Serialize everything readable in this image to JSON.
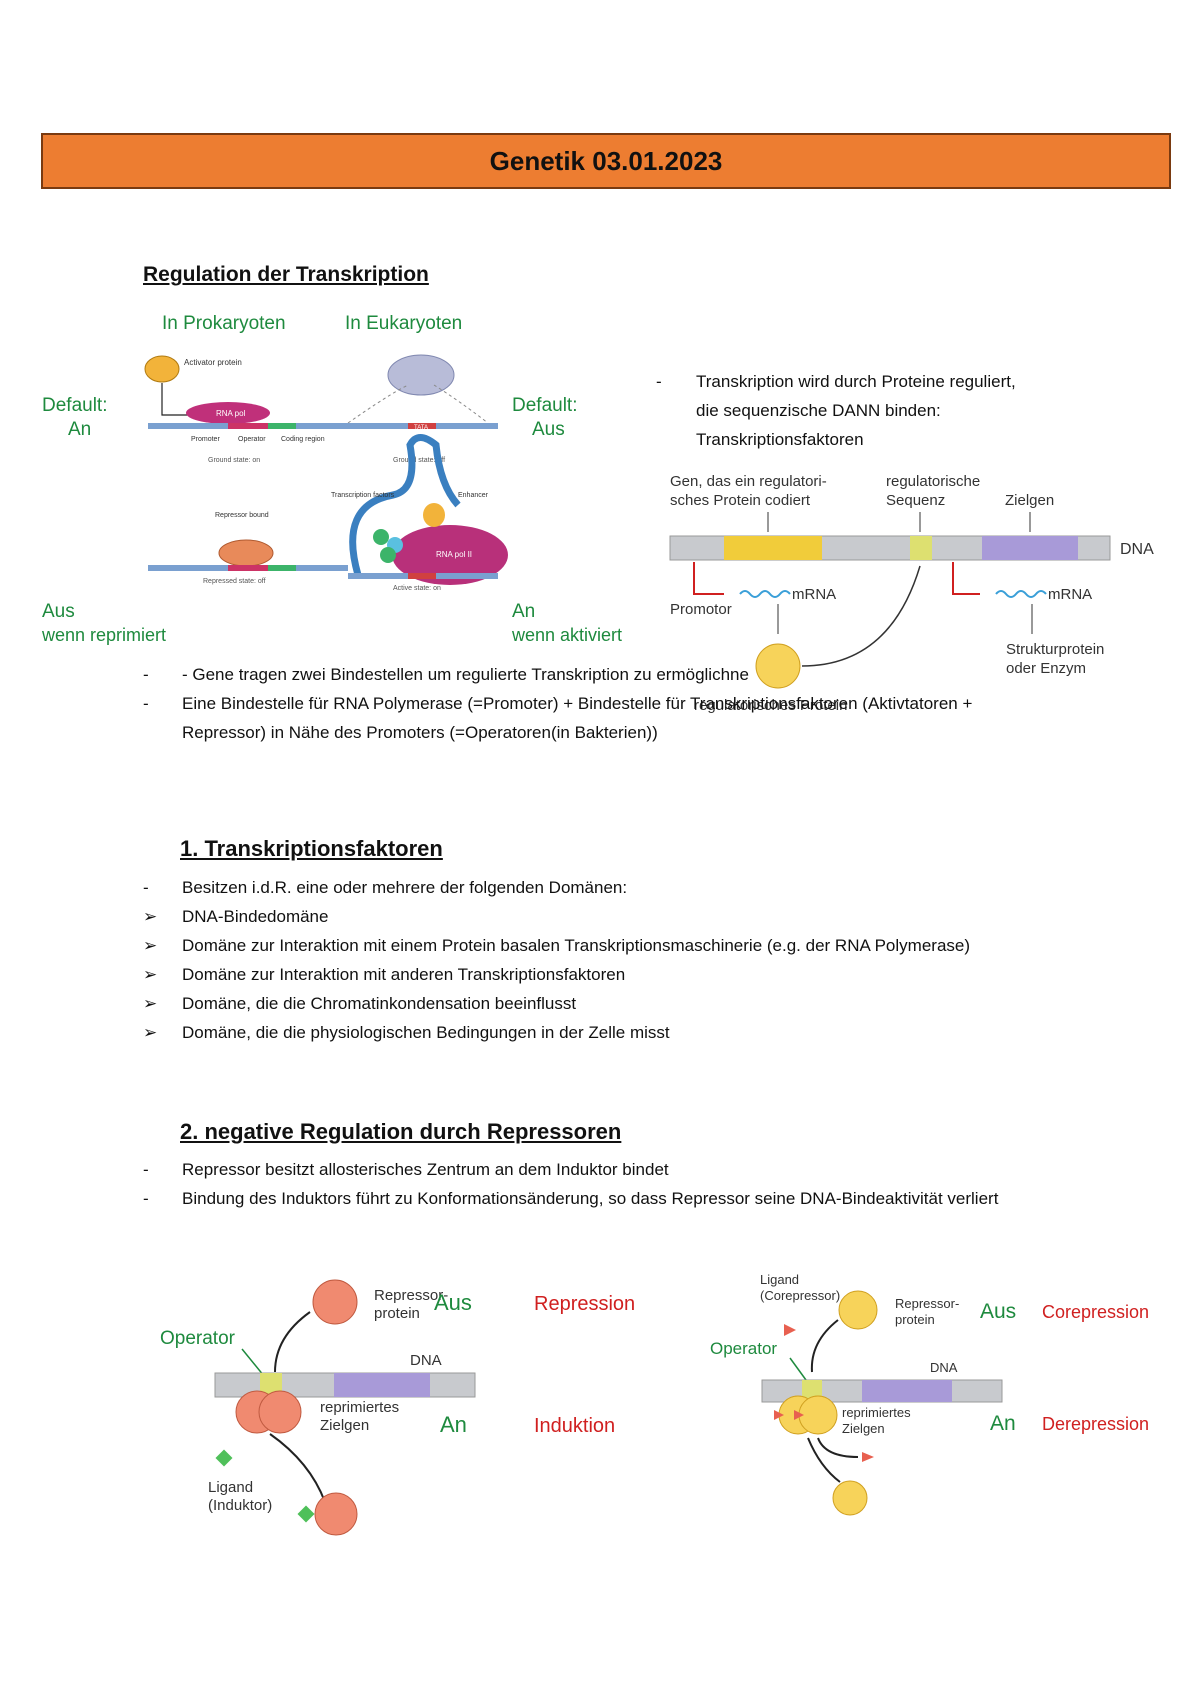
{
  "title": "Genetik 03.01.2023",
  "section_regulation": {
    "heading": "Regulation der Transkription",
    "fig_left": {
      "prokaryoten": "In Prokaryoten",
      "eukaryoten": "In Eukaryoten",
      "default_left": "Default:",
      "default_left_val": "An",
      "default_right": "Default:",
      "default_right_val": "Aus",
      "aus_label": "Aus",
      "aus_sub": "wenn reprimiert",
      "an_label": "An",
      "an_sub": "wenn aktiviert",
      "activator": "Activator protein",
      "rna_pol": "RNA pol",
      "promoter": "Promoter",
      "operator": "Operator",
      "coding": "Coding region",
      "ground_on": "Ground state: on",
      "ground_off": "Ground state: off",
      "tata": "TATA",
      "repressor_bound": "Repressor bound",
      "repressed_off": "Repressed state: off",
      "transcription_factors": "Transcription factors",
      "enhancer": "Enhancer",
      "rna_pol2": "RNA pol II",
      "active_on": "Active state: on"
    },
    "right_bullet": "Transkription wird durch Proteine reguliert, die sequenzische DANN binden: Transkriptionsfaktoren",
    "fig_right": {
      "gen_label_1": "Gen, das ein regulatori-",
      "gen_label_2": "sches Protein codiert",
      "reg_seq_1": "regulatorische",
      "reg_seq_2": "Sequenz",
      "zielgen": "Zielgen",
      "dna": "DNA",
      "promotor": "Promotor",
      "mrna_1": "mRNA",
      "mrna_2": "mRNA",
      "reg_protein": "regulatorisches Protein",
      "struktur_1": "Strukturprotein",
      "struktur_2": "oder Enzym"
    },
    "bullets": [
      {
        "mark": "-",
        "text": "- Gene tragen zwei Bindestellen um regulierte Transkription zu ermöglichne"
      },
      {
        "mark": "-",
        "text": "Eine Bindestelle für RNA Polymerase (=Promoter) + Bindestelle für Transkriptionsfaktoren (Aktivtatoren + Repressor) in Nähe des Promoters (=Operatoren(in Bakterien))"
      }
    ]
  },
  "section_1": {
    "heading": "1.  Transkriptionsfaktoren",
    "intro": "Besitzen i.d.R. eine oder mehrere der folgenden Domänen:",
    "items": [
      "DNA-Bindedomäne",
      "Domäne zur Interaktion mit einem Protein basalen Transkriptionsmaschinerie (e.g. der RNA Polymerase)",
      "Domäne zur Interaktion mit anderen Transkriptionsfaktoren",
      "Domäne, die die Chromatinkondensation beeinflusst",
      "Domäne, die die physiologischen Bedingungen in der Zelle misst"
    ]
  },
  "section_2": {
    "heading": "2.  negative Regulation durch Repressoren",
    "items": [
      "Repressor besitzt allosterisches Zentrum an dem Induktor bindet",
      "Bindung des Induktors führt zu Konformationsänderung, so dass Repressor seine DNA-Bindeaktivität verliert"
    ],
    "fig_a": {
      "repressor_1": "Repressor-",
      "repressor_2": "protein",
      "operator": "Operator",
      "dna": "DNA",
      "reprim_1": "reprimiertes",
      "reprim_2": "Zielgen",
      "ligand_1": "Ligand",
      "ligand_2": "(Induktor)",
      "aus": "Aus",
      "repression": "Repression",
      "an": "An",
      "induktion": "Induktion"
    },
    "fig_b": {
      "ligand_1": "Ligand",
      "ligand_2": "(Corepressor)",
      "repressor_1": "Repressor-",
      "repressor_2": "protein",
      "operator": "Operator",
      "dna": "DNA",
      "reprim_1": "reprimiertes",
      "reprim_2": "Zielgen",
      "aus": "Aus",
      "corepression": "Corepression",
      "an": "An",
      "derepression": "Derepression"
    }
  },
  "colors": {
    "title_bg": "#ED7D31",
    "green": "#1e8a3e",
    "red": "#d02020"
  }
}
